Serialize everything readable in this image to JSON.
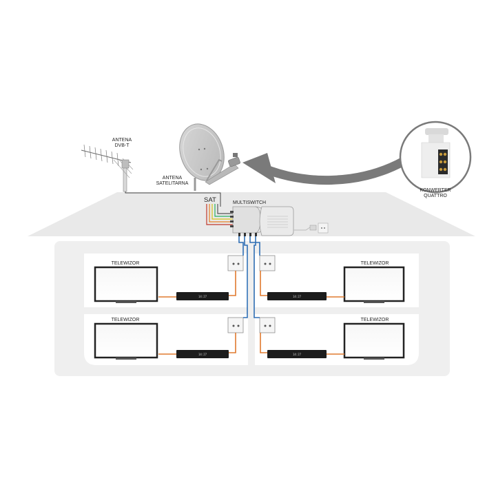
{
  "labels": {
    "antenna_dvbt_line1": "ANTENA",
    "antenna_dvbt_line2": "DVB-T",
    "antenna_sat_line1": "ANTENA",
    "antenna_sat_line2": "SATELITARNA",
    "sat": "SAT",
    "multiswitch": "MULTISWITCH",
    "converter_line1": "KONWERTER",
    "converter_line2": "QUATTRO"
  },
  "rooms": [
    {
      "tv_label": "TELEWIZOR",
      "clock": "14:27"
    },
    {
      "tv_label": "TELEWIZOR",
      "clock": "14:27"
    },
    {
      "tv_label": "TELEWIZOR",
      "clock": "14:27"
    },
    {
      "tv_label": "TELEWIZOR",
      "clock": "14:27"
    }
  ],
  "colors": {
    "roof": "#e9e9e9",
    "house_body": "#efefef",
    "room_fill": "#ffffff",
    "arrow": "#7a7a7a",
    "coax_blue": "#2f6fb5",
    "hdmi_orange": "#e07a2e",
    "receiver": "#1c1c1c"
  }
}
